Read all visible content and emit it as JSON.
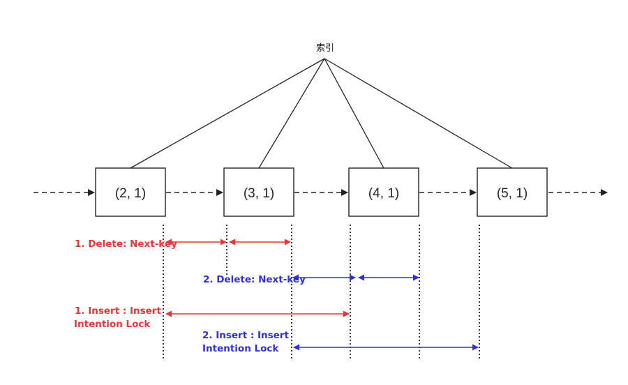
{
  "root": {
    "label": "索引"
  },
  "nodes": [
    {
      "label": "(2, 1)"
    },
    {
      "label": "(3, 1)"
    },
    {
      "label": "(4, 1)"
    },
    {
      "label": "(5, 1)"
    }
  ],
  "annotations": {
    "delete1": {
      "text": "1. Delete: Next-key"
    },
    "delete2": {
      "text": "2. Delete: Next-key"
    },
    "insert1": {
      "line1": "1. Insert : Insert",
      "line2": "Intention Lock"
    },
    "insert2": {
      "line1": "2. Insert : Insert",
      "line2": "Intention Lock"
    }
  },
  "colors": {
    "tx1": "#ee3333",
    "tx2": "#2e2ee8",
    "structure": "#222222"
  }
}
